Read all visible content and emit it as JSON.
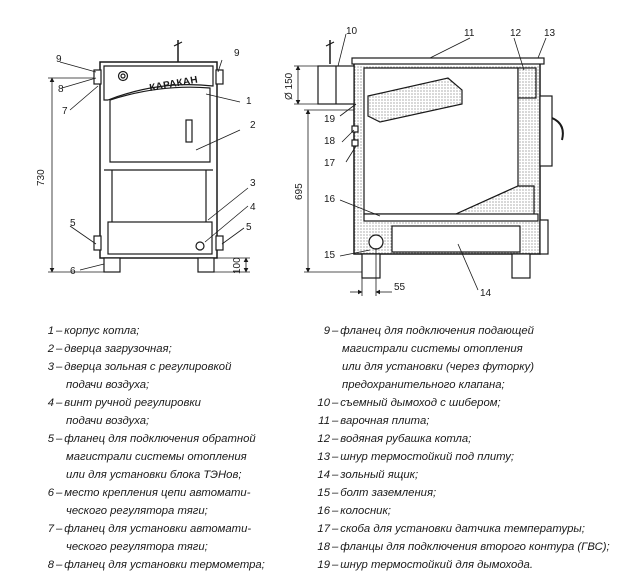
{
  "front_view": {
    "brand": "КАРАКАН",
    "callouts": [
      "9",
      "9",
      "8",
      "7",
      "1",
      "2",
      "3",
      "4",
      "5",
      "5",
      "6"
    ],
    "dims": {
      "height": "730",
      "leg": "100"
    }
  },
  "section_view": {
    "callouts": [
      "10",
      "11",
      "12",
      "13",
      "19",
      "18",
      "17",
      "16",
      "15",
      "14"
    ],
    "dims": {
      "flue": "Ø 150",
      "height": "695",
      "offset": "55"
    }
  },
  "legend": {
    "left": [
      {
        "num": "1",
        "lines": [
          "корпус котла;"
        ]
      },
      {
        "num": "2",
        "lines": [
          "дверца загрузочная;"
        ]
      },
      {
        "num": "3",
        "lines": [
          "дверца зольная с регулировкой",
          "подачи воздуха;"
        ]
      },
      {
        "num": "4",
        "lines": [
          "винт ручной регулировки",
          "подачи воздуха;"
        ]
      },
      {
        "num": "5",
        "lines": [
          "фланец для подключения  обратной",
          "магистрали системы отопления",
          "или для установки блока ТЭНов;"
        ]
      },
      {
        "num": "6",
        "lines": [
          "место крепления цепи автомати-",
          "ческого регулятора тяги;"
        ]
      },
      {
        "num": "7",
        "lines": [
          "фланец для установки автомати-",
          "ческого регулятора тяги;"
        ]
      },
      {
        "num": "8",
        "lines": [
          "фланец для установки термометра;"
        ]
      }
    ],
    "right": [
      {
        "num": "9",
        "lines": [
          "фланец для подключения подающей",
          "магистрали системы отопления",
          "или для установки (через футорку)",
          "предохранительного клапана;"
        ]
      },
      {
        "num": "10",
        "lines": [
          "съемный дымоход с шибером;"
        ]
      },
      {
        "num": "11",
        "lines": [
          "варочная плита;"
        ]
      },
      {
        "num": "12",
        "lines": [
          "водяная рубашка котла;"
        ]
      },
      {
        "num": "13",
        "lines": [
          "шнур термостойкий под плиту;"
        ]
      },
      {
        "num": "14",
        "lines": [
          "зольный ящик;"
        ]
      },
      {
        "num": "15",
        "lines": [
          "болт заземления;"
        ]
      },
      {
        "num": "16",
        "lines": [
          "колосник;"
        ]
      },
      {
        "num": "17",
        "lines": [
          "скоба для установки датчика температуры;"
        ]
      },
      {
        "num": "18",
        "lines": [
          "фланцы для подключения второго контура (ГВС);"
        ]
      },
      {
        "num": "19",
        "lines": [
          "шнур термостойкий для дымохода."
        ]
      }
    ]
  }
}
